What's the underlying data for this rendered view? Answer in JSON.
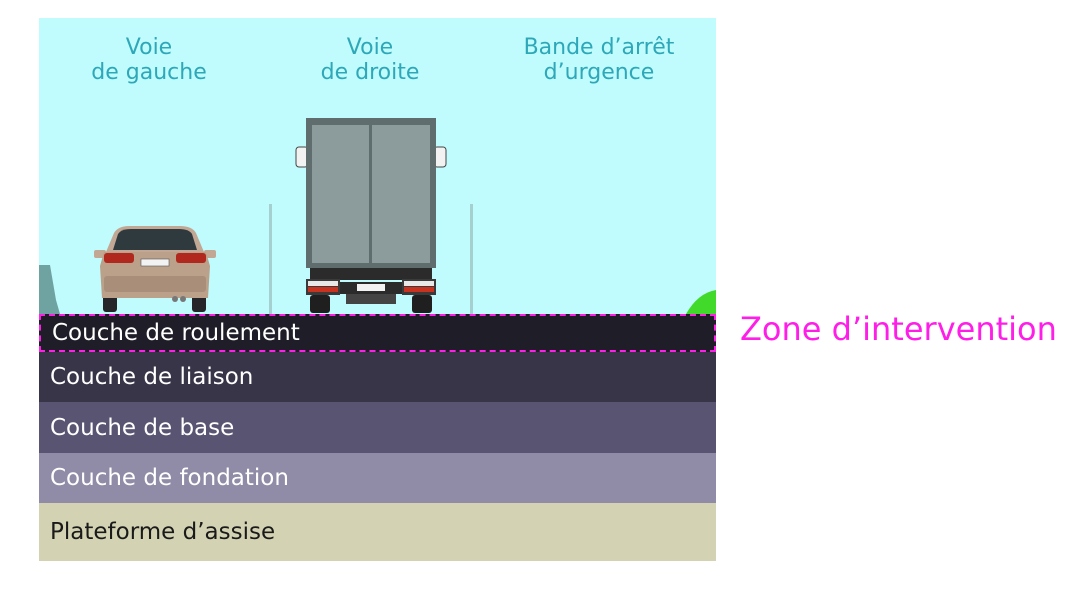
{
  "lanes": [
    {
      "line1": "Voie",
      "line2": "de gauche"
    },
    {
      "line1": "Voie",
      "line2": "de droite"
    },
    {
      "line1": "Bande d’arrêt",
      "line2": "d’urgence"
    }
  ],
  "layers": [
    {
      "label": "Couche de roulement",
      "color": "#1f1d28",
      "text_color": "#ffffff"
    },
    {
      "label": "Couche de liaison",
      "color": "#383549",
      "text_color": "#ffffff"
    },
    {
      "label": "Couche de base",
      "color": "#5a5473",
      "text_color": "#ffffff"
    },
    {
      "label": "Couche de fondation",
      "color": "#908ba6",
      "text_color": "#ffffff"
    },
    {
      "label": "Plateforme d’assise",
      "color": "#d3d2b3",
      "text_color": "#1a1a1a"
    }
  ],
  "zone": {
    "label": "Zone d’intervention",
    "color": "#ff1ee8"
  },
  "colors": {
    "sky": "#c0fbfd",
    "lane_text": "#2ea8b8",
    "lane_marker": "#a6cfd0"
  },
  "icons": [
    "car-icon",
    "truck-icon",
    "roadside-barrier-icon",
    "green-verge-icon"
  ]
}
